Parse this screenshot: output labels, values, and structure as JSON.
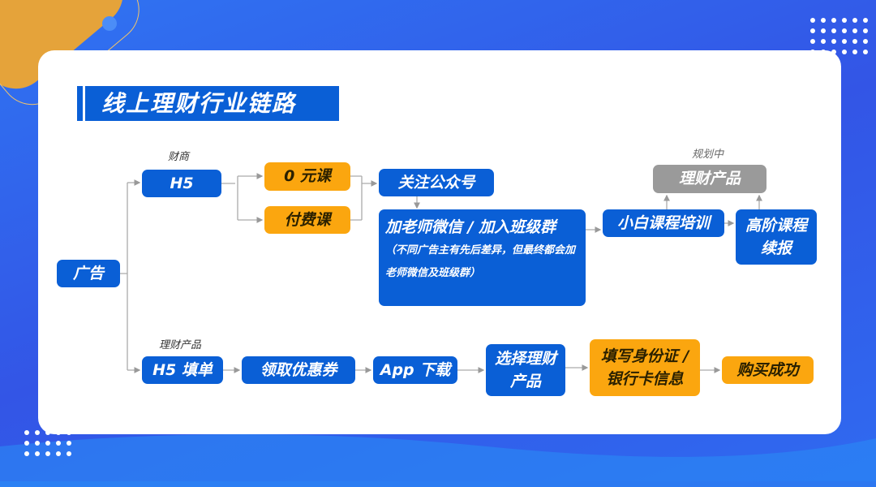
{
  "title": "线上理财行业链路",
  "nodes": {
    "ad": "广告",
    "caishang_label": "财商",
    "h5": "H5",
    "free_course": "0 元课",
    "paid_course": "付费课",
    "follow": "关注公众号",
    "wechat_title": "加老师微信 / 加入班级群",
    "wechat_note": "（不同广告主有先后差异，但最终都会加老师微信及班级群）",
    "beginner": "小白课程培训",
    "advanced_l1": "高阶课程",
    "advanced_l2": "续报",
    "planned_label": "规划中",
    "planned_product": "理财产品",
    "product_label": "理财产品",
    "h5_form": "H5 填单",
    "coupon": "领取优惠券",
    "app": "App 下载",
    "choose_l1": "选择理财",
    "choose_l2": "产品",
    "fill_l1": "填写身份证 /",
    "fill_l2": "银行卡信息",
    "success": "购买成功"
  },
  "colors": {
    "blue": "#0a5fd6",
    "orange": "#fba60f",
    "gray": "#9a9a9a"
  }
}
